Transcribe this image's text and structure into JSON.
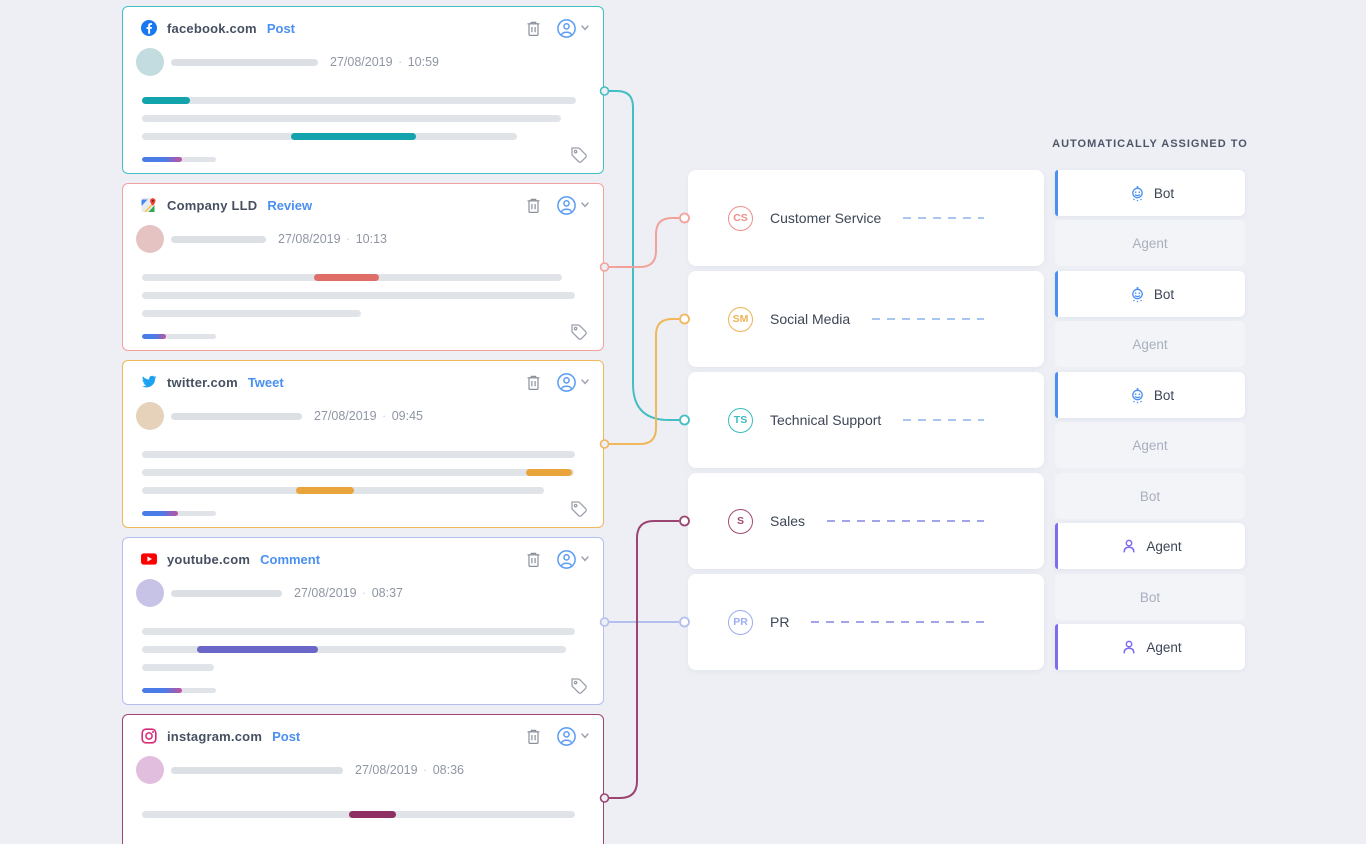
{
  "title": "AUTOMATICALLY ASSIGNED TO",
  "separator": "·",
  "options": {
    "bot": "Bot",
    "agent": "Agent"
  },
  "colors": {
    "page_bg": "#edeff5",
    "bot_accent": "#4a90f2",
    "agent_accent": "#7b6cf0",
    "link": "#4a90f2"
  },
  "posts": [
    {
      "source": "facebook.com",
      "type_label": "Post",
      "icon": "facebook-icon",
      "date": "27/08/2019",
      "time": "10:59",
      "color": "#45bec3",
      "accent": "#12a3ad",
      "avatar_color": "#c3dce0",
      "connects_to": "Technical Support"
    },
    {
      "source": "Company LLD",
      "type_label": "Review",
      "icon": "google-maps-icon",
      "date": "27/08/2019",
      "time": "10:13",
      "color": "#f2a29b",
      "accent": "#df6e68",
      "avatar_color": "#e5c3c3",
      "connects_to": "Customer Service"
    },
    {
      "source": "twitter.com",
      "type_label": "Tweet",
      "icon": "twitter-icon",
      "date": "27/08/2019",
      "time": "09:45",
      "color": "#f0b75c",
      "accent": "#e9a43c",
      "avatar_color": "#e6d2ba",
      "connects_to": "Social Media"
    },
    {
      "source": "youtube.com",
      "type_label": "Comment",
      "icon": "youtube-icon",
      "date": "27/08/2019",
      "time": "08:37",
      "color": "#b4bfee",
      "accent": "#6b67c9",
      "avatar_color": "#c7c3e6",
      "connects_to": "PR"
    },
    {
      "source": "instagram.com",
      "type_label": "Post",
      "icon": "instagram-icon",
      "date": "27/08/2019",
      "time": "08:36",
      "color": "#9c4571",
      "accent": "#8e3062",
      "avatar_color": "#e1bede",
      "connects_to": "Sales"
    }
  ],
  "categories": [
    {
      "code": "CS",
      "label": "Customer Service",
      "color": "#ed8f88",
      "dash_color": "#a9c6f2",
      "up_color": "#5b9bf5",
      "down_color": "#dcdfe6",
      "assigned": "Bot"
    },
    {
      "code": "SM",
      "label": "Social Media",
      "color": "#edb356",
      "dash_color": "#a9c6f2",
      "up_color": "#5b9bf5",
      "down_color": "#dcdfe6",
      "assigned": "Bot"
    },
    {
      "code": "TS",
      "label": "Technical Support",
      "color": "#3bbcbd",
      "dash_color": "#a9c6f2",
      "up_color": "#5b9bf5",
      "down_color": "#dcdfe6",
      "assigned": "Bot"
    },
    {
      "code": "S",
      "label": "Sales",
      "color": "#a34a74",
      "dash_color": "#a3a3ea",
      "up_color": "#dcdfe6",
      "down_color": "#7d75e8",
      "assigned": "Agent"
    },
    {
      "code": "PR",
      "label": "PR",
      "color": "#9baded",
      "dash_color": "#a3a3ea",
      "up_color": "#dcdfe6",
      "down_color": "#7d75e8",
      "assigned": "Agent"
    }
  ]
}
